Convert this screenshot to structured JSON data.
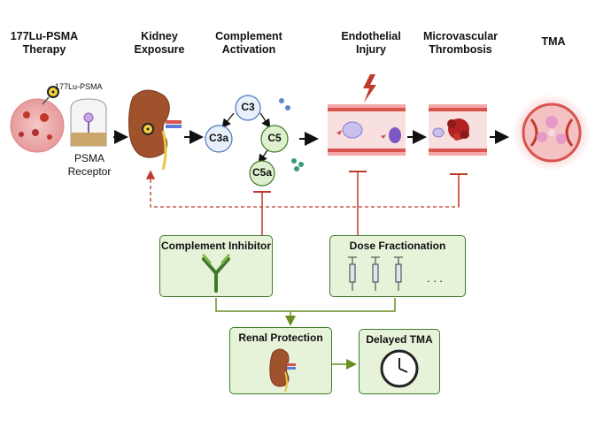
{
  "stages": {
    "therapy": [
      "177Lu-PSMA",
      "Therapy"
    ],
    "kidney": [
      "Kidney",
      "Exposure"
    ],
    "complement": [
      "Complement",
      "Activation"
    ],
    "endothelial": [
      "Endothelial",
      "Injury"
    ],
    "microvascular": [
      "Microvascular",
      "Thrombosis"
    ],
    "tma": "TMA"
  },
  "labels": {
    "drug_tag": "177Lu-PSMA",
    "receptor": [
      "PSMA",
      "Receptor"
    ],
    "c3": "C3",
    "c3a": "C3a",
    "c5": "C5",
    "c5a": "C5a"
  },
  "interventions": {
    "inhibitor": "Complement Inhibitor",
    "fractionation": "Dose Fractionation",
    "ellipsis": ". . .",
    "renal": "Renal Protection",
    "delayed": "Delayed TMA"
  },
  "colors": {
    "inhibit_line": "#c0392b",
    "box_fill": "#e6f3d9",
    "box_border": "#3f7a2a",
    "complement_fill": "#e7f0fb",
    "c5_fill": "#dff0cf"
  }
}
